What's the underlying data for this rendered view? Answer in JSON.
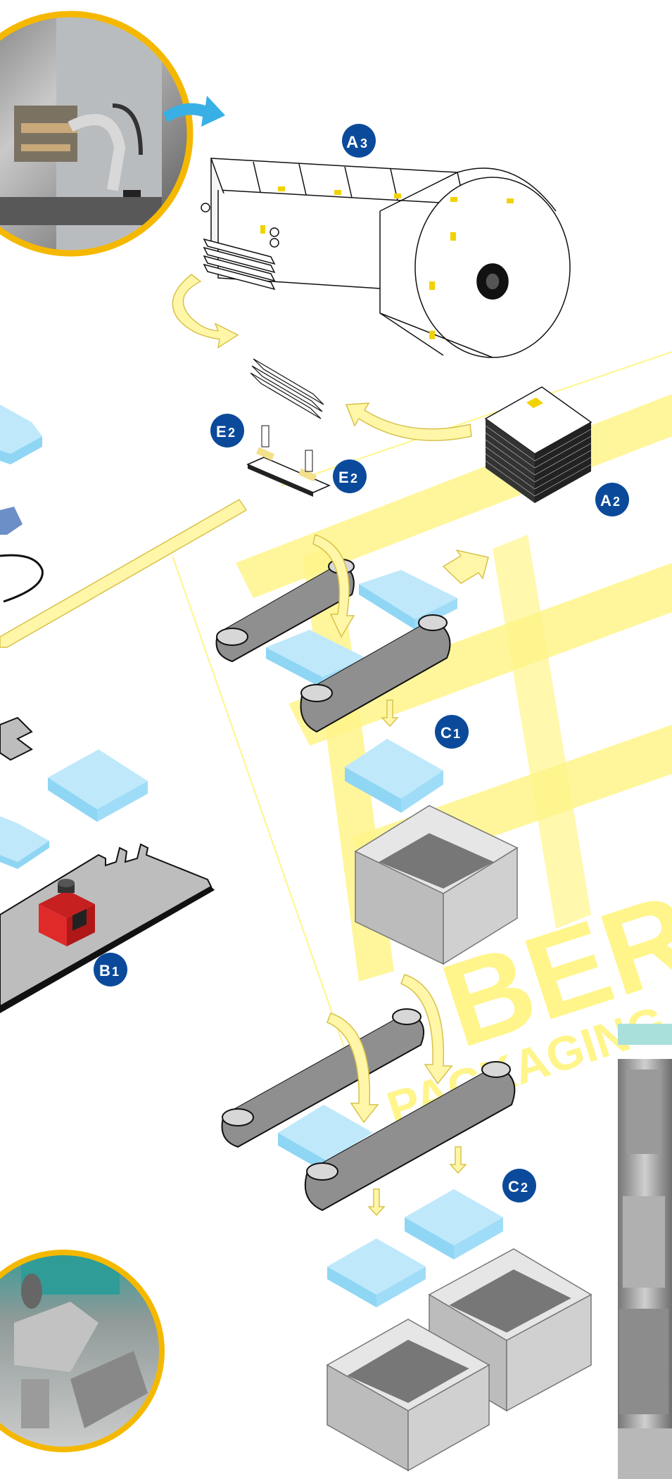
{
  "badges": {
    "a3": {
      "letter": "A",
      "num": "3"
    },
    "a2": {
      "letter": "A",
      "num": "2"
    },
    "e2_left": {
      "letter": "E",
      "num": "2"
    },
    "e2_right": {
      "letter": "E",
      "num": "2"
    },
    "c1": {
      "letter": "C",
      "num": "1"
    },
    "c2": {
      "letter": "C",
      "num": "2"
    },
    "b1": {
      "letter": "B",
      "num": "1"
    }
  },
  "watermark": {
    "line1": "BERG",
    "line2": "PACKAGING"
  },
  "colors": {
    "badge_blue": "#0b4a9a",
    "watermark_yellow": "#fff58a",
    "arrow_fill": "#fff6a8",
    "arrow_stroke": "#d8c24a",
    "conveyor_gray": "#9a9a9a",
    "stack_blue": "#bfe9fb",
    "box_gray": "#bdbdbd",
    "photo_ring": "#f5b800"
  }
}
